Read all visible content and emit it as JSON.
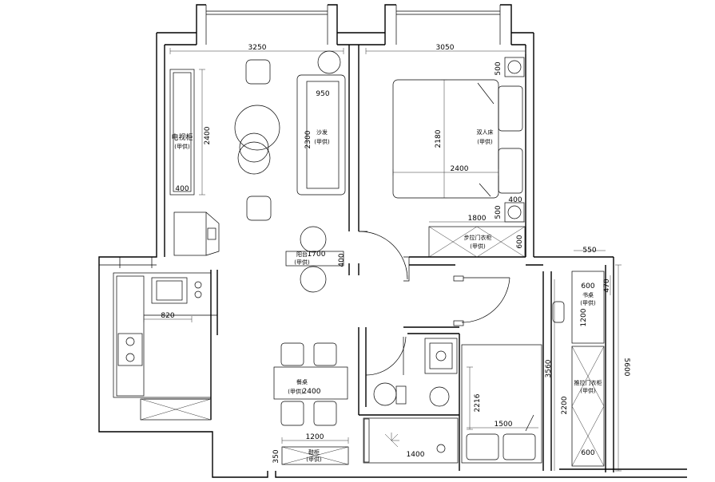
{
  "labels": {
    "tv_cabinet": "电视柜",
    "sofa": "沙发",
    "double_bed": "双人床",
    "wardrobe_a": "步拉门衣柜",
    "balcony": "阳台",
    "dining_table": "餐桌",
    "desk": "书桌",
    "wardrobe_b": "推拉门衣柜",
    "shoe_cabinet": "鞋柜",
    "custom": "(甲供)"
  },
  "dims": {
    "d3250": "3250",
    "d3050": "3050",
    "d500": "500",
    "d950": "950",
    "d2400a": "2400",
    "d2300": "2300",
    "d400a": "400",
    "d2180": "2180",
    "d2400b": "2400",
    "d400b": "400",
    "d500b": "500",
    "d1800": "1800",
    "d600a": "600",
    "d1700": "1700",
    "d400c": "400",
    "d820": "820",
    "d550": "550",
    "d600b": "600",
    "d470": "470",
    "d1200a": "1200",
    "d3560": "3560",
    "d2216": "2216",
    "d2200": "2200",
    "d1500": "1500",
    "d600c": "600",
    "d2400c": "2400",
    "d1200b": "1200",
    "d350": "350",
    "d1400": "1400",
    "d5600": "5600"
  }
}
